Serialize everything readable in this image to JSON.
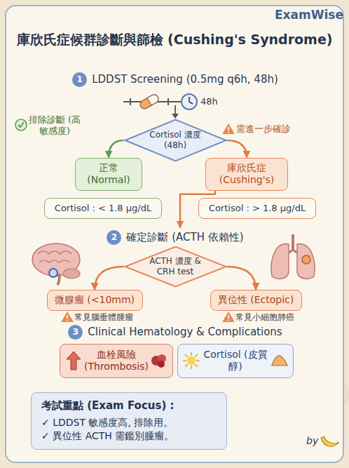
{
  "diagram": {
    "title": "庫欣氏症候群診斷與篩檢 (Cushing's Syndrome)",
    "nodes": [
      {
        "text": [
          "1",
          "LDDST Screening (0.5mg q6h, 48h)"
        ]
      },
      {
        "text": [
          "Cortisol 濃度 (48h)"
        ]
      },
      {
        "text": [
          "正常 (Normal)"
        ]
      },
      {
        "text": [
          "庫欣氏症 (Cushing's)"
        ]
      },
      {
        "text": [
          "Cortisol : < 1.8 μg/dL"
        ]
      },
      {
        "text": [
          "Cortisol : > 1.8 μg/dL"
        ]
      },
      {
        "text": [
          "2",
          "確定診斷 (ACTH 依賴性)"
        ]
      },
      {
        "text": [
          "ACTH 濃度 & CRH test"
        ]
      },
      {
        "text": [
          "微腺瘤 (<10mm)"
        ]
      },
      {
        "text": [
          "異位性 (Ectopic)"
        ]
      },
      {
        "text": [
          "3",
          "Clinical Hematology & Complications"
        ]
      },
      {
        "text": [
          "血栓風險 (Thrombosis)"
        ]
      },
      {
        "text": [
          "Cortisol (皮質醇)"
        ]
      },
      {
        "text": [
          "考試重點 (Exam Focus) :",
          "✓ LDDST 敏感度高, 排除用。",
          "✓ 異位性 ACTH 需鑑別腫瘤。"
        ]
      }
    ],
    "edges": [
      {
        "from": 1,
        "to": 2,
        "label": "排除診斷 (高敏感度)",
        "arrow": "to"
      },
      {
        "from": 1,
        "to": 3,
        "label": "需進一步確診",
        "arrow": "to"
      },
      {
        "from": 3,
        "to": 6,
        "arrow": "to"
      },
      {
        "from": 7,
        "to": 8,
        "arrow": "to"
      },
      {
        "from": 7,
        "to": 9,
        "arrow": "to"
      }
    ],
    "labels": [
      "ExamWise",
      "48h",
      "常見腦垂體腫瘤",
      "常見小細胞肺癌",
      "by"
    ]
  }
}
